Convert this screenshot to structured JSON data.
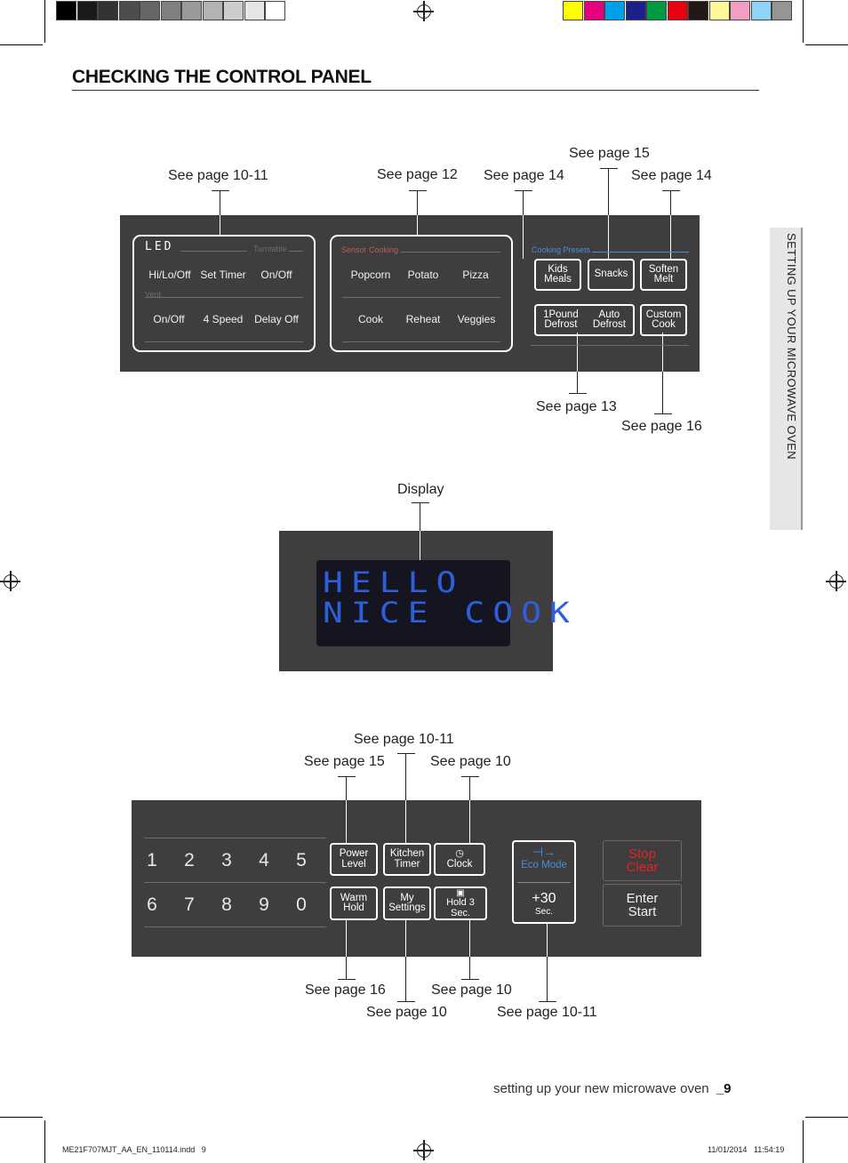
{
  "header": {
    "title": "CHECKING THE CONTROL PANEL",
    "gray_swatches": [
      "#000000",
      "#1a1a1a",
      "#333333",
      "#4d4d4d",
      "#666666",
      "#808080",
      "#999999",
      "#b3b3b3",
      "#cccccc",
      "#e6e6e6",
      "#ffffff"
    ],
    "color_swatches": [
      "#ffff00",
      "#e6007e",
      "#00a0e9",
      "#1d2088",
      "#009944",
      "#e60012",
      "#231815",
      "#fff799",
      "#f19ec2",
      "#8fd3f5",
      "#959595"
    ]
  },
  "side_tab": {
    "label": "SETTING UP YOUR MICROWAVE OVEN"
  },
  "top_panel": {
    "callouts": {
      "left": "See page 10-11",
      "sensor": "See page 12",
      "kids": "See page 14",
      "snacks": "See page 15",
      "soften": "See page 14",
      "defrost": "See page 13",
      "custom": "See page 16"
    },
    "led_logo": "LED",
    "turntable_label": "Turntable",
    "vent_label": "Vent",
    "light_row": [
      "Hi/Lo/Off",
      "Set Timer",
      "On/Off"
    ],
    "vent_row": [
      "On/Off",
      "4 Speed",
      "Delay Off"
    ],
    "sensor_label": "Sensor Cooking",
    "sensor_row1": [
      "Popcorn",
      "Potato",
      "Pizza"
    ],
    "sensor_row2": [
      "Cook",
      "Reheat",
      "Veggies"
    ],
    "presets_label": "Cooking Presets",
    "kids_meals": [
      "Kids",
      "Meals"
    ],
    "snacks": "Snacks",
    "soften_melt": [
      "Soften",
      "Melt"
    ],
    "one_pound_defrost": [
      "1Pound",
      "Defrost"
    ],
    "auto_defrost": [
      "Auto",
      "Defrost"
    ],
    "custom_cook": [
      "Custom",
      "Cook"
    ]
  },
  "display_panel": {
    "callout": "Display",
    "line1": "HELLO",
    "line2": "NICE COOK"
  },
  "bottom_panel": {
    "callouts": {
      "kitchen_timer": "See page 10-11",
      "power_level": "See page 15",
      "clock": "See page 10",
      "warm_hold": "See page 16",
      "my_settings": "See page 10",
      "hold3": "See page 10",
      "plus30": "See page 10-11"
    },
    "digits_row1": [
      "1",
      "2",
      "3",
      "4",
      "5"
    ],
    "digits_row2": [
      "6",
      "7",
      "8",
      "9",
      "0"
    ],
    "power_level": [
      "Power",
      "Level"
    ],
    "kitchen_timer": [
      "Kitchen",
      "Timer"
    ],
    "clock": "Clock",
    "warm_hold": [
      "Warm",
      "Hold"
    ],
    "my_settings": [
      "My",
      "Settings"
    ],
    "hold3": "Hold 3 Sec.",
    "eco_mode": "Eco Mode",
    "plus30": "+30",
    "sec": "Sec.",
    "stop_clear": [
      "Stop",
      "Clear"
    ],
    "enter_start": [
      "Enter",
      "Start"
    ]
  },
  "footer": {
    "page_text": "setting up your new microwave oven",
    "page_number": "_9",
    "file_name": "ME21F707MJT_AA_EN_110114.indd   9",
    "timestamp": "11/01/2014   11:54:19"
  }
}
